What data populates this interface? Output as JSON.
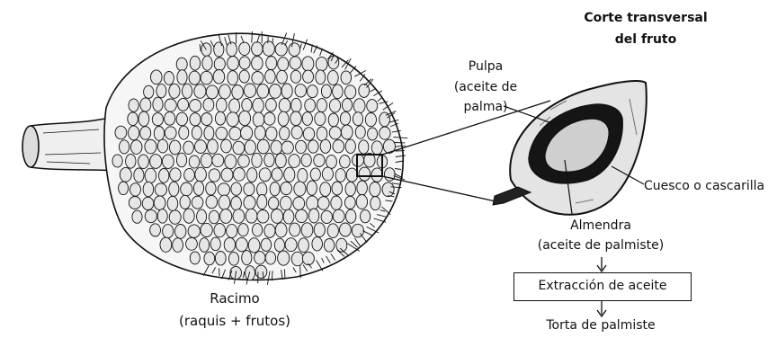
{
  "labels": {
    "corte_line1": "Corte transversal",
    "corte_line2": "del fruto",
    "pulpa_line1": "Pulpa",
    "pulpa_line2": "(aceite de",
    "pulpa_line3": "palma)",
    "cuesco": "Cuesco o cascarilla",
    "almendra_line1": "Almendra",
    "almendra_line2": "(aceite de palmiste)",
    "extraccion": "Extracción de aceite",
    "torta": "Torta de palmiste",
    "racimo_line1": "Racimo",
    "racimo_line2": "(raquis + frutos)"
  },
  "colors": {
    "ink": "#111111",
    "fruit_fill": "#e6e6e6",
    "pulp_fill": "#dcdcdc",
    "kernel_fill": "#cfcfcf",
    "background": "#ffffff"
  }
}
